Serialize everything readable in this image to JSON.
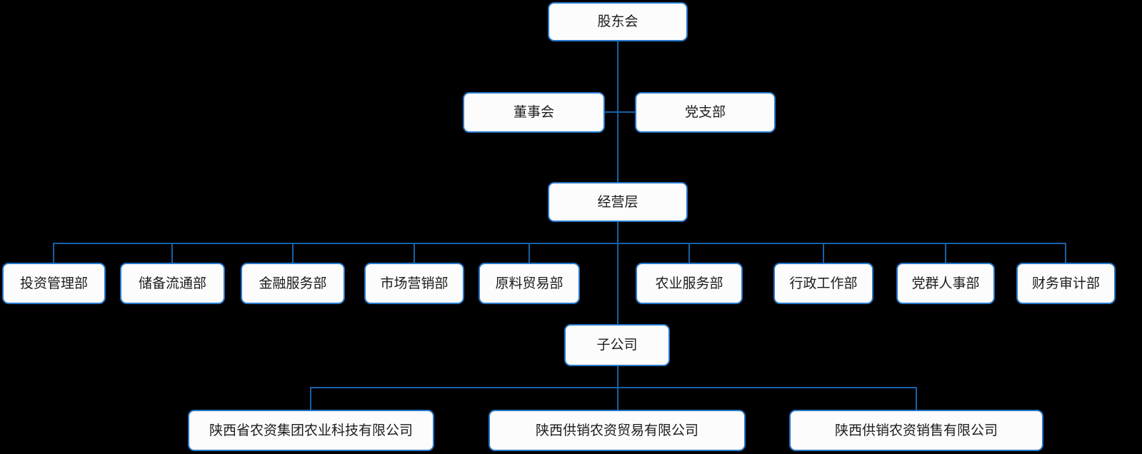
{
  "colors": {
    "background": "#000000",
    "line": "#1661a8",
    "box_border": "#2677c9",
    "box_fill": "#fcfcfc",
    "text": "#1c1c1c"
  },
  "nodes": {
    "shareholders": "股东会",
    "board": "董事会",
    "party_branch": "党支部",
    "management": "经营层",
    "dept_investment": "投资管理部",
    "dept_reserve": "储备流通部",
    "dept_finance": "金融服务部",
    "dept_marketing": "市场营销部",
    "dept_raw_trade": "原料贸易部",
    "dept_agri_service": "农业服务部",
    "dept_admin": "行政工作部",
    "dept_party_hr": "党群人事部",
    "dept_audit": "财务审计部",
    "subsidiaries_group": "子公司",
    "company_agri_tech": "陕西省农资集团农业科技有限公司",
    "company_agri_trade": "陕西供销农资贸易有限公司",
    "company_agri_sales": "陕西供销农资销售有限公司"
  }
}
